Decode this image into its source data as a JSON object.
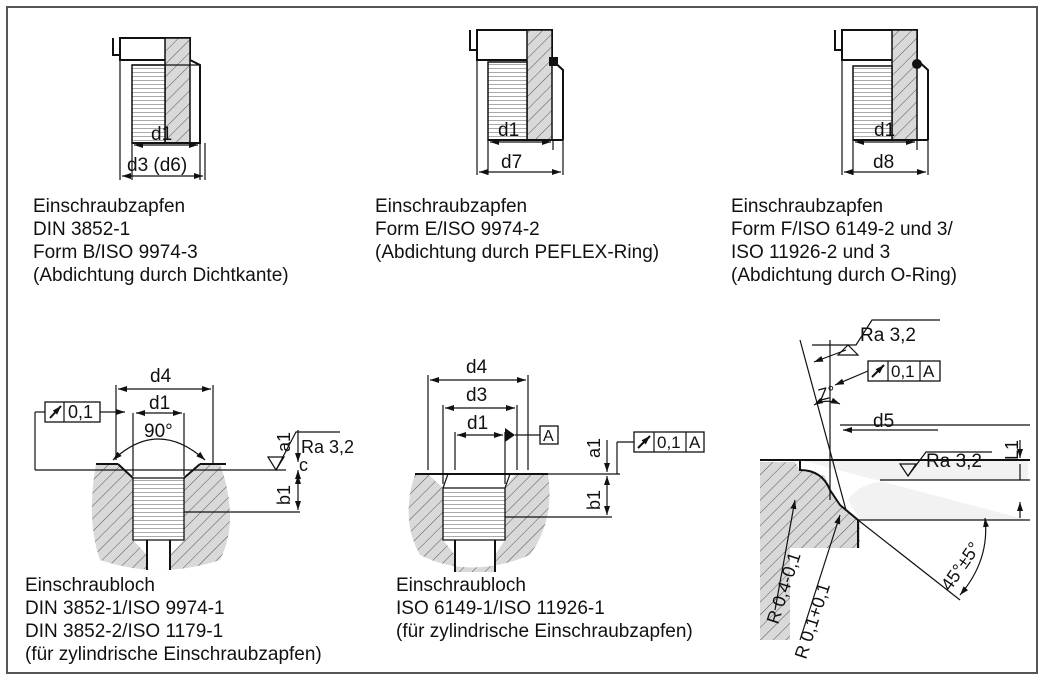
{
  "colors": {
    "hatch_fill": "#d9d9d9",
    "line": "#111111",
    "frame": "#555555"
  },
  "top_parts": [
    {
      "caption": [
        "Einschraubzapfen",
        "DIN 3852-1",
        "Form B/ISO 9974-3",
        "(Abdichtung durch Dichtkante)"
      ],
      "dim_inner": "d1",
      "dim_outer": "d3 (d6)"
    },
    {
      "caption": [
        "Einschraubzapfen",
        "Form E/ISO 9974-2",
        "(Abdichtung durch PEFLEX-Ring)"
      ],
      "dim_inner": "d1",
      "dim_outer": "d7"
    },
    {
      "caption": [
        "Einschraubzapfen",
        "Form F/ISO 6149-2 und 3/",
        "ISO 11926-2 und 3",
        "(Abdichtung durch O-Ring)"
      ],
      "dim_inner": "d1",
      "dim_outer": "d8"
    }
  ],
  "bottom_parts": [
    {
      "caption": [
        "Einschraubloch",
        "DIN 3852-1/ISO 9974-1",
        "DIN 3852-2/ISO 1179-1",
        "(für zylindrische Einschraubzapfen)"
      ],
      "d4": "d4",
      "d1": "d1",
      "angle": "90°",
      "runout": "0,1",
      "a1": "a1",
      "b1": "b1",
      "c": "c",
      "roughness": "Ra 3,2"
    },
    {
      "caption": [
        "Einschraubloch",
        "ISO 6149-1/ISO 11926-1",
        "(für zylindrische Einschraubzapfen)"
      ],
      "d4": "d4",
      "d3": "d3",
      "d1": "d1",
      "datum": "A",
      "runout": "0,1",
      "runout_ref": "A",
      "a1": "a1",
      "b1": "b1"
    },
    {
      "roughness_top": "Ra 3,2",
      "runout": "0,1",
      "runout_ref": "A",
      "z_angle": "Z°",
      "d5": "d5",
      "roughness_mid": "Ra 3,2",
      "L1": "L1",
      "chamfer": "45°±5°",
      "r1": "R 0,4-0,1",
      "r2": "R 0,1+0,1"
    }
  ]
}
